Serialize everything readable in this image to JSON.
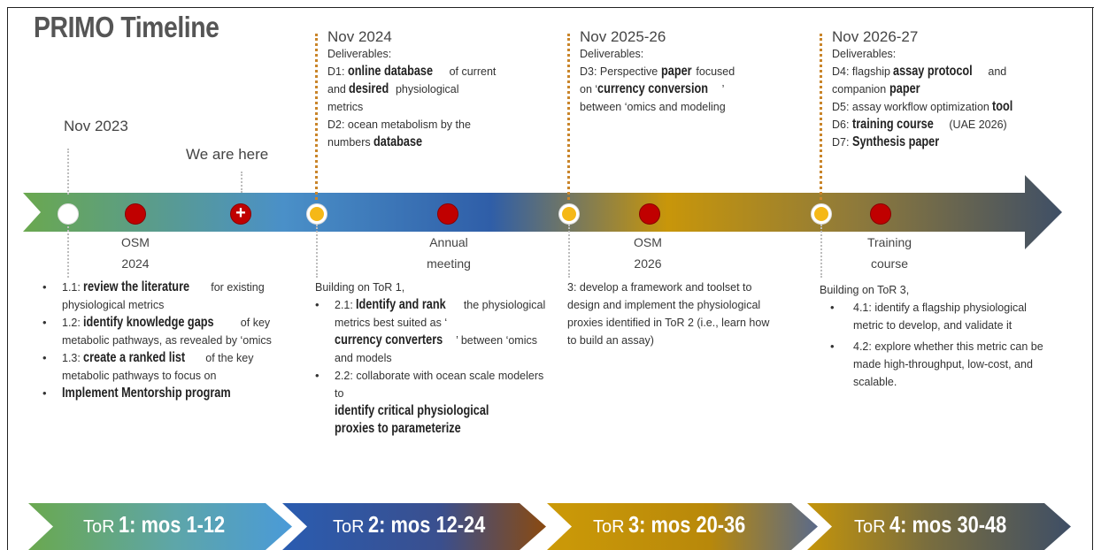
{
  "title": "PRIMO Timeline",
  "milestones": {
    "nov2023": "Nov 2023",
    "here": "We are here",
    "osm2024": [
      "OSM",
      "2024"
    ],
    "annual": [
      "Annual",
      "meeting"
    ],
    "osm2026": [
      "OSM",
      "2026"
    ],
    "training": [
      "Training",
      "course"
    ]
  },
  "deliv1": {
    "date": "Nov 2024",
    "head": "Deliverables:",
    "l1a": "D1: ",
    "l1b": "online database",
    "l1c": " of current",
    "l2a": "and ",
    "l2b": "desired",
    "l2c": " physiological",
    "l3": "metrics",
    "l4": "D2: ocean metabolism by the",
    "l5a": "numbers ",
    "l5b": "database"
  },
  "deliv2": {
    "date": "Nov 2025-26",
    "head": "Deliverables:",
    "l1a": "D3: Perspective ",
    "l1b": "paper",
    "l1c": " focused",
    "l2a": "on ‘",
    "l2b": "currency conversion",
    "l2c": "’",
    "l3": "between ‘omics and modeling"
  },
  "deliv3": {
    "date": "Nov 2026-27",
    "head": "Deliverables:",
    "l1a": "D4: flagship ",
    "l1b": "assay protocol",
    "l1c": " and",
    "l2a": "companion ",
    "l2b": "paper",
    "l3a": "D5: assay workflow optimization ",
    "l3b": "tool",
    "l4a": "D6: ",
    "l4b": "training course",
    "l4c": " (UAE 2026)",
    "l5a": "D7: ",
    "l5b": "Synthesis paper"
  },
  "tor1": {
    "i1a": "1.1: ",
    "i1b": "review the literature",
    "i1c": " for existing physiological metrics",
    "i2a": "1.2: ",
    "i2b": "identify knowledge gaps",
    "i2c": " of key metabolic pathways, as revealed by ‘omics",
    "i3a": "1.3: ",
    "i3b": "create a ranked list",
    "i3c": " of the key metabolic pathways to focus on",
    "i4": "Implement Mentorship program"
  },
  "tor2": {
    "intro": "Building on ToR 1,",
    "i1a": "2.1: ",
    "i1b": "Identify and rank",
    "i1c": " the physiological metrics best suited as ‘",
    "i1d": "currency converters",
    "i1e": "’ between ‘omics and models",
    "i2a": "2.2: collaborate with ocean scale modelers to ",
    "i2b": "identify critical physiological proxies to parameterize"
  },
  "tor3": {
    "text": "3: develop a framework and toolset to design and implement the physiological proxies identified in ToR 2 (i.e., learn how to build an assay)"
  },
  "tor4": {
    "intro": "Building on ToR 3,",
    "i1": "4.1: identify a flagship physiological metric to develop, and validate it",
    "i2": "4.2: explore whether this metric can be made high-throughput, low-cost, and scalable."
  },
  "chevrons": [
    {
      "pre": "ToR",
      "num": "1: mos 1-12"
    },
    {
      "pre": "ToR",
      "num": "2: mos 12-24"
    },
    {
      "pre": "ToR",
      "num": "3: mos 20-36"
    },
    {
      "pre": "ToR",
      "num": "4: mos 30-48"
    }
  ],
  "colors": {
    "green": "#6aa84f",
    "blue": "#4a90c8",
    "navy": "#2e4a9c",
    "gold": "#c8960a",
    "slate": "#4b5a6e",
    "red": "#c00000",
    "orange": "#f5b817"
  }
}
